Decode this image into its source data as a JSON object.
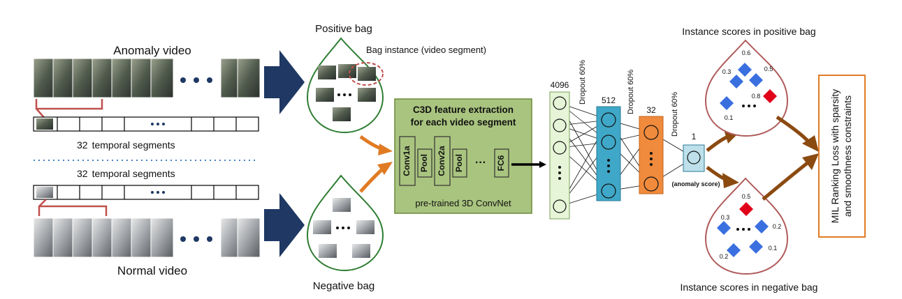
{
  "videos": {
    "anomaly_label": "Anomaly video",
    "normal_label": "Normal video",
    "segments_label_count": "32",
    "segments_label_text": "temporal segments"
  },
  "bags": {
    "positive_label": "Positive bag",
    "negative_label": "Negative bag",
    "instance_label": "Bag instance (video segment)"
  },
  "c3d": {
    "title_line1": "C3D feature extraction",
    "title_line2": "for each video segment",
    "layers": [
      "Conv1a",
      "Pool",
      "Conv2a",
      "Pool",
      "FC6"
    ],
    "ellipsis": "···",
    "footer": "pre-trained 3D ConvNet"
  },
  "network": {
    "layer1_size": "4096",
    "layer2_size": "512",
    "layer3_size": "32",
    "output_size": "1",
    "dropout_label": "Dropout 60%",
    "output_label": "(anomaly score)"
  },
  "scores": {
    "positive_title": "Instance scores in positive bag",
    "negative_title": "Instance scores in negative bag",
    "positive": [
      "0.6",
      "0.3",
      "0.5",
      "0.8",
      "0.1"
    ],
    "negative": [
      "0.5",
      "0.3",
      "0.2",
      "0.2",
      "0.1"
    ]
  },
  "loss": {
    "line1": "MIL Ranking Loss with sparsity",
    "line2": "and smoothness constraints"
  },
  "colors": {
    "navy_arrow": "#1f3864",
    "orange_arrow": "#e07b24",
    "brown_arrow": "#8b4a10",
    "green_bag": "#2e7d32",
    "red_bag": "#b05a5a",
    "c3d_fill": "#a9c47f",
    "layer1_fill": "#e6f4d7",
    "layer2_fill": "#3fa7c7",
    "layer3_fill": "#f08a3c",
    "output_fill": "#bde0ea",
    "diamond_blue": "#3a6fe0",
    "diamond_red": "#e0001a",
    "loss_border": "#e07b24"
  }
}
